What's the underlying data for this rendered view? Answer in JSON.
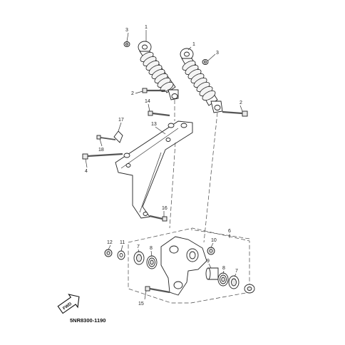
{
  "diagram": {
    "callouts": [
      "1",
      "1",
      "3",
      "3",
      "2",
      "2",
      "14",
      "13",
      "17",
      "18",
      "4",
      "16",
      "6",
      "12",
      "11",
      "7",
      "8",
      "10",
      "9",
      "8",
      "7",
      "15"
    ],
    "diagram_code": "5NR8300-1190",
    "fwd_label": "FWD"
  }
}
